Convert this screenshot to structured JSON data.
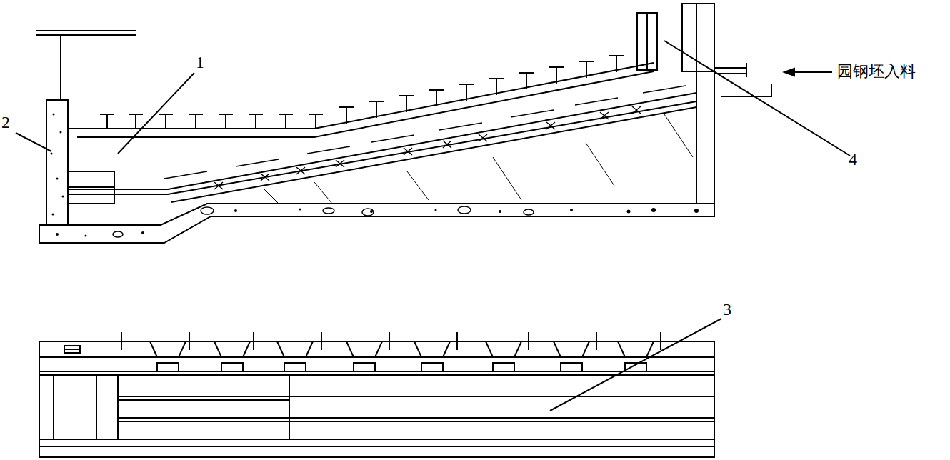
{
  "diagram": {
    "labels": [
      "1",
      "2",
      "4",
      "3",
      "园钢坯入料"
    ]
  }
}
